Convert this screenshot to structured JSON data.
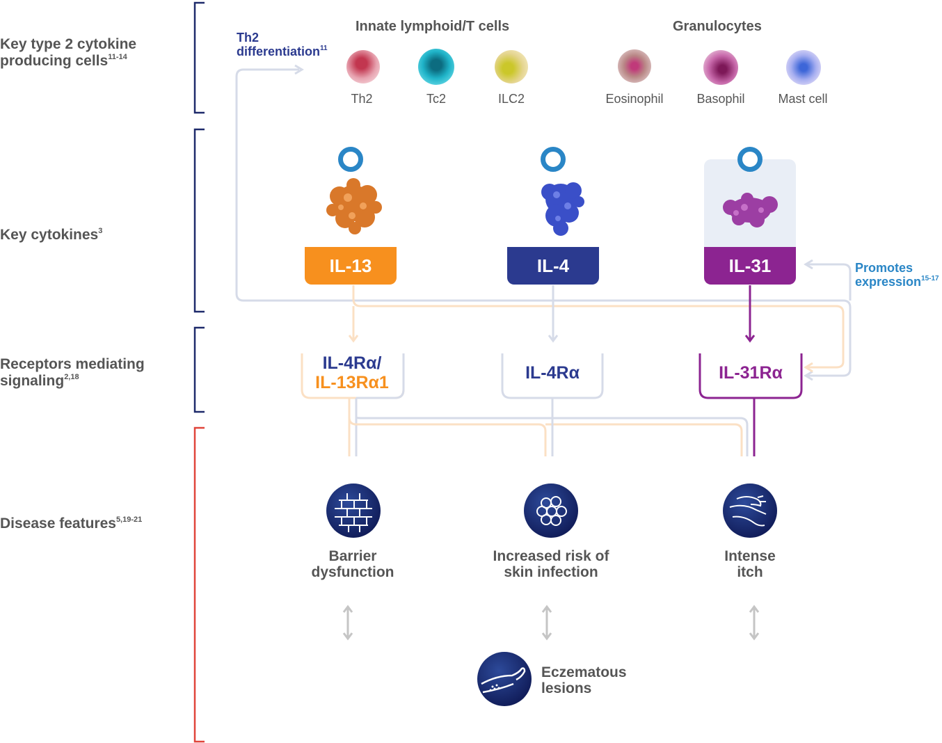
{
  "rows": {
    "cells_label_1": "Key type 2 cytokine",
    "cells_label_2": "producing cells",
    "cells_sup": "11-14",
    "cytokines_label": "Key cytokines",
    "cytokines_sup": "3",
    "receptors_label_1": "Receptors mediating",
    "receptors_label_2": "signaling",
    "receptors_sup": "2,18",
    "disease_label": "Disease features",
    "disease_sup": "5,19-21"
  },
  "notes": {
    "th2_line1": "Th2",
    "th2_line2": "differentiation",
    "th2_sup": "11",
    "promotes_line1": "Promotes",
    "promotes_line2": "expression",
    "promotes_sup": "15-17"
  },
  "groups": {
    "innate": "Innate lymphoid/T cells",
    "granulocytes": "Granulocytes"
  },
  "cells": [
    {
      "label": "Th2",
      "icon": "th2-cell-icon",
      "color": "#d9677e"
    },
    {
      "label": "Tc2",
      "icon": "tc2-cell-icon",
      "color": "#25b7cc"
    },
    {
      "label": "ILC2",
      "icon": "ilc2-cell-icon",
      "color": "#d6c877"
    },
    {
      "label": "Eosinophil",
      "icon": "eosinophil-icon",
      "color": "#c78e8e"
    },
    {
      "label": "Basophil",
      "icon": "basophil-icon",
      "color": "#c0609f"
    },
    {
      "label": "Mast cell",
      "icon": "mast-cell-icon",
      "color": "#9ba7ec"
    }
  ],
  "cytokines": [
    {
      "label": "IL-13",
      "color": "#f7901e",
      "molecule": "#d9782a"
    },
    {
      "label": "IL-4",
      "color": "#2b3a8f",
      "molecule": "#3a4fc8"
    },
    {
      "label": "IL-31",
      "color": "#8c2491",
      "molecule": "#9c3ea3"
    }
  ],
  "receptors": {
    "r1_line1": "IL-4Rα/",
    "r1_line2": "IL-13Rα1",
    "r2": "IL-4Rα",
    "r3": "IL-31Rα"
  },
  "features": [
    {
      "line1": "Barrier",
      "line2": "dysfunction",
      "icon": "brick-wall-icon"
    },
    {
      "line1": "Increased risk of",
      "line2": "skin infection",
      "icon": "bacteria-cluster-icon"
    },
    {
      "line1": "Intense",
      "line2": "itch",
      "icon": "scratching-hand-icon"
    }
  ],
  "outcome": {
    "line1": "Eczematous",
    "line2": "lesions",
    "icon": "arm-lesion-icon"
  },
  "colors": {
    "navy": "#1e2a6b",
    "red": "#e0443a",
    "orange": "#f7901e",
    "light_orange": "#fbe0c4",
    "light_gray": "#d6dbe8",
    "purple": "#8c2491",
    "blue": "#2a86c6",
    "dark_blue_text": "#2b3a8f"
  }
}
